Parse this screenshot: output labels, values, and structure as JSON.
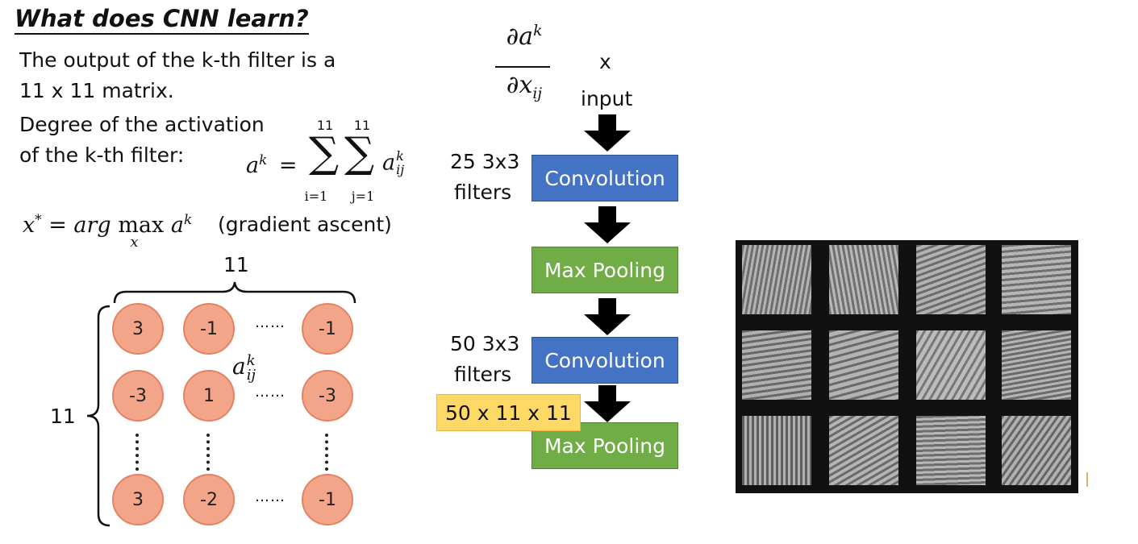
{
  "title": "What does CNN learn?",
  "intro": {
    "line1": "The output of the k-th filter is a",
    "line2": "11 x 11 matrix.",
    "line3": "Degree of the activation",
    "line4": "of the k-th filter:"
  },
  "formula_activation": {
    "lhs_base": "a",
    "lhs_sup": "k",
    "equals": "=",
    "sum1_upper": "11",
    "sum1_lower": "i=1",
    "sum2_upper": "11",
    "sum2_lower": "j=1",
    "term_base": "a",
    "term_sup": "k",
    "term_sub": "ij"
  },
  "formula_argmax": {
    "lhs": "x",
    "lhs_sup": "*",
    "equals": "=",
    "arg": "arg",
    "max": "max",
    "max_sub": "x",
    "term_base": "a",
    "term_sup": "k",
    "note": "(gradient ascent)"
  },
  "matrix": {
    "top_dim": "11",
    "side_dim": "11",
    "row1": [
      "3",
      "-1",
      "-1"
    ],
    "row2": [
      "-3",
      "1",
      "-3"
    ],
    "row3": [
      "3",
      "-2",
      "-1"
    ],
    "hdots": "……",
    "element_base": "a",
    "element_sup": "k",
    "element_sub": "ij"
  },
  "gradient": {
    "num_prefix": "∂",
    "num_base": "a",
    "num_sup": "k",
    "den_prefix": "∂",
    "den_base": "x",
    "den_sub": "ij"
  },
  "network": {
    "input_symbol": "x",
    "input_label": "input",
    "conv1_side1": "25 3x3",
    "conv1_side2": "filters",
    "conv1_label": "Convolution",
    "pool1_label": "Max Pooling",
    "conv2_side1": "50 3x3",
    "conv2_side2": "filters",
    "conv2_label": "Convolution",
    "output_shape": "50 x 11 x 11",
    "pool2_label": "Max Pooling"
  },
  "colors": {
    "conv": "#4472c4",
    "pool": "#70ad47",
    "node": "#f3a58a",
    "badge": "#ffd966"
  },
  "icons": [
    "down-arrow-icon",
    "brace-icon"
  ]
}
